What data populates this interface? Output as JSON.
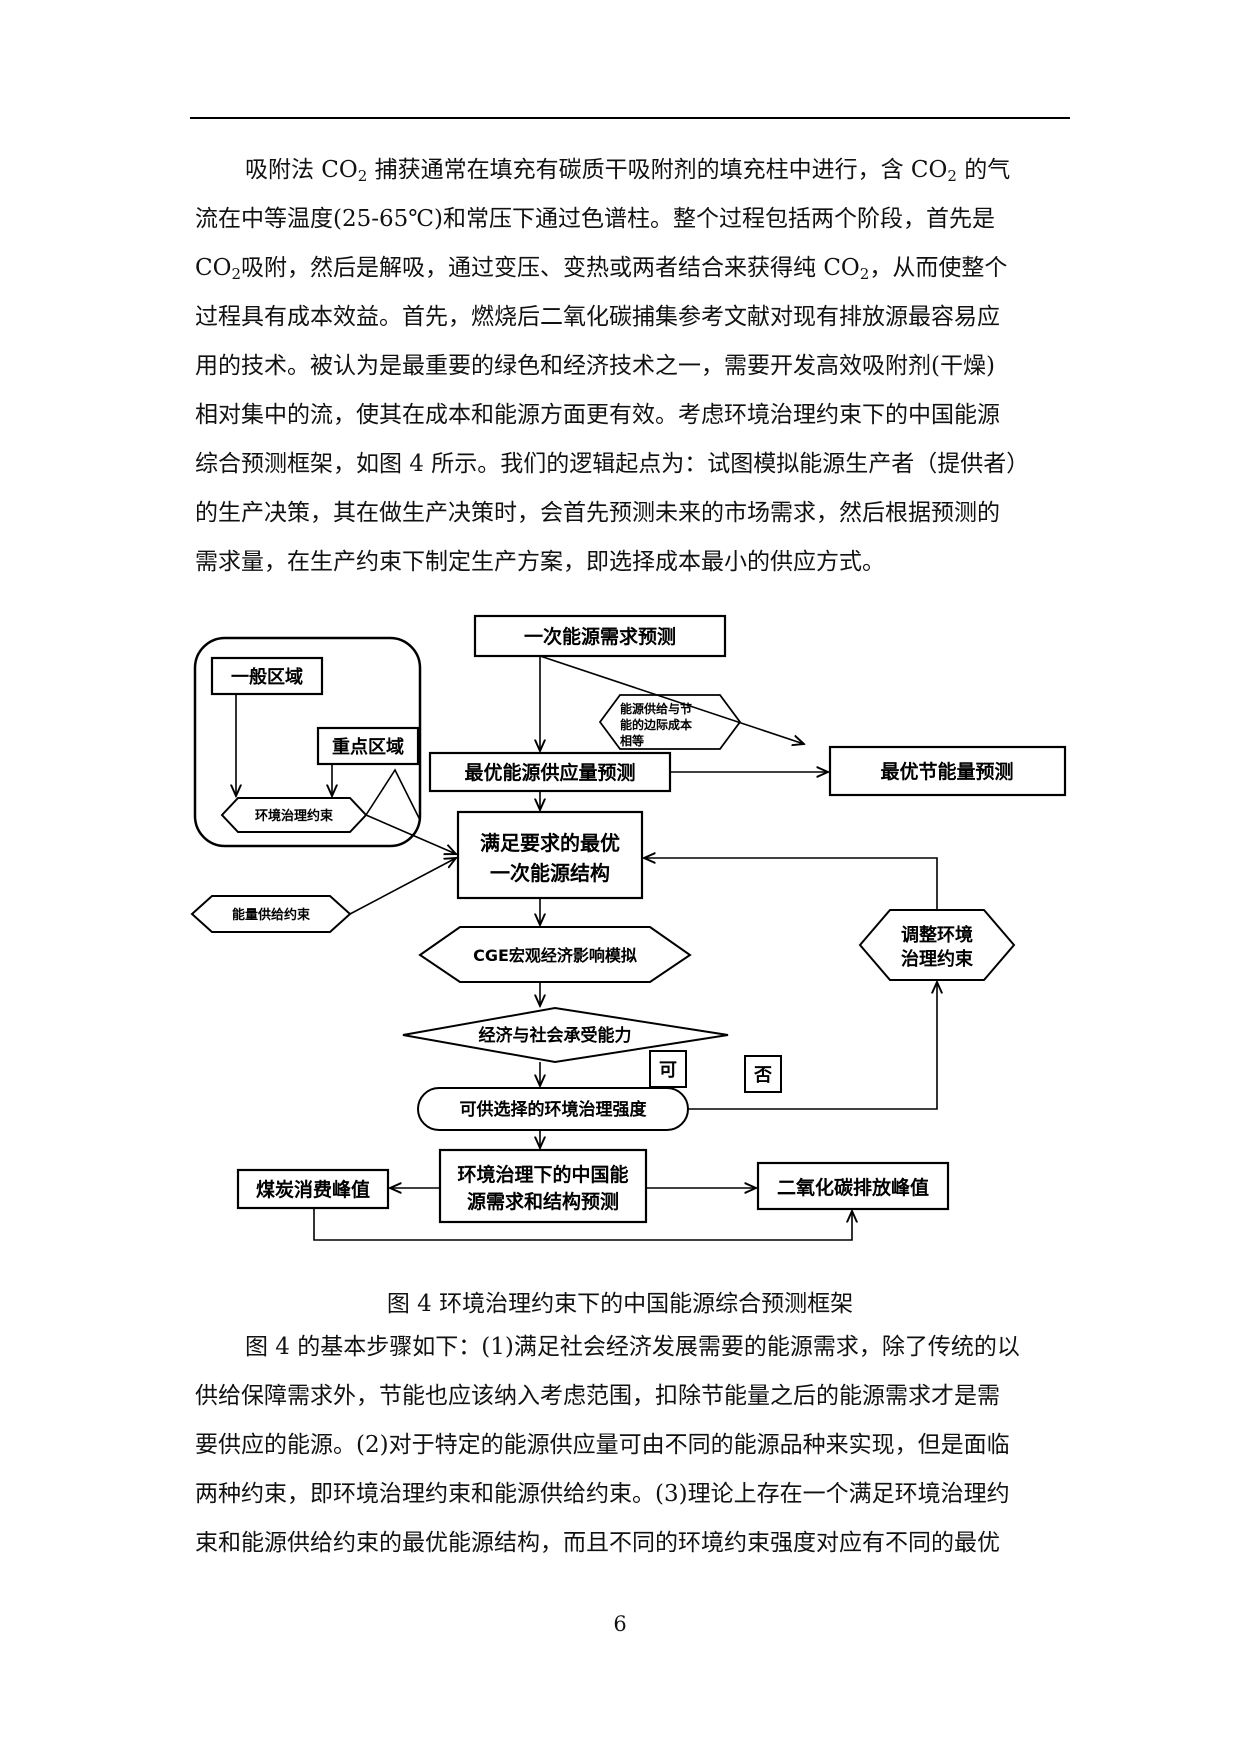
{
  "paragraph1": {
    "lines": [
      {
        "parts": [
          "吸附法 CO",
          "2",
          " 捕获通常在填充有碳质干吸附剂的填充柱中进行，含 CO",
          "2",
          " 的气"
        ]
      },
      {
        "parts": [
          "流在中等温度(25-65℃)和常压下通过色谱柱。整个过程包括两个阶段，首先是"
        ]
      },
      {
        "parts": [
          "CO",
          "2",
          "吸附，然后是解吸，通过变压、变热或两者结合来获得纯 CO",
          "2",
          "，从而使整个"
        ]
      },
      {
        "parts": [
          "过程具有成本效益。首先，燃烧后二氧化碳捕集参考文献对现有排放源最容易应"
        ]
      },
      {
        "parts": [
          "用的技术。被认为是最重要的绿色和经济技术之一，需要开发高效吸附剂(干燥)"
        ]
      },
      {
        "parts": [
          "相对集中的流，使其在成本和能源方面更有效。考虑环境治理约束下的中国能源"
        ]
      },
      {
        "parts": [
          "综合预测框架，如图 4 所示。我们的逻辑起点为：试图模拟能源生产者（提供者）"
        ]
      },
      {
        "parts": [
          "的生产决策，其在做生产决策时，会首先预测未来的市场需求，然后根据预测的"
        ]
      },
      {
        "parts": [
          "需求量，在生产约束下制定生产方案，即选择成本最小的供应方式。"
        ]
      }
    ]
  },
  "diagram": {
    "primary_demand": "一次能源需求预测",
    "general_region": "一般区域",
    "key_region": "重点区域",
    "env_constraint": "环境治理约束",
    "marginal_cost_line1": "能源供给与节",
    "marginal_cost_line2": "能的边际成本",
    "marginal_cost_line3": "相等",
    "optimal_supply": "最优能源供应量预测",
    "optimal_saving": "最优节能量预测",
    "optimal_structure_line1": "满足要求的最优",
    "optimal_structure_line2": "一次能源结构",
    "energy_supply_constraint": "能量供给约束",
    "cge_simulation": "CGE宏观经济影响模拟",
    "adjust_line1": "调整环境",
    "adjust_line2": "治理约束",
    "affordability": "经济与社会承受能力",
    "yes_label": "可",
    "no_label": "否",
    "governance_intensity": "可供选择的环境治理强度",
    "final_forecast_line1": "环境治理下的中国能",
    "final_forecast_line2": "源需求和结构预测",
    "coal_peak": "煤炭消费峰值",
    "co2_peak": "二氧化碳排放峰值"
  },
  "caption": "图  4 环境治理约束下的中国能源综合预测框架",
  "paragraph2": {
    "lines": [
      {
        "parts": [
          "图 4 的基本步骤如下：(1)满足社会经济发展需要的能源需求，除了传统的以"
        ]
      },
      {
        "parts": [
          "供给保障需求外，节能也应该纳入考虑范围，扣除节能量之后的能源需求才是需"
        ]
      },
      {
        "parts": [
          "要供应的能源。(2)对于特定的能源供应量可由不同的能源品种来实现，但是面临"
        ]
      },
      {
        "parts": [
          "两种约束，即环境治理约束和能源供给约束。(3)理论上存在一个满足环境治理约"
        ]
      },
      {
        "parts": [
          "束和能源供给约束的最优能源结构，而且不同的环境约束强度对应有不同的最优"
        ]
      }
    ]
  },
  "page_number": "6"
}
